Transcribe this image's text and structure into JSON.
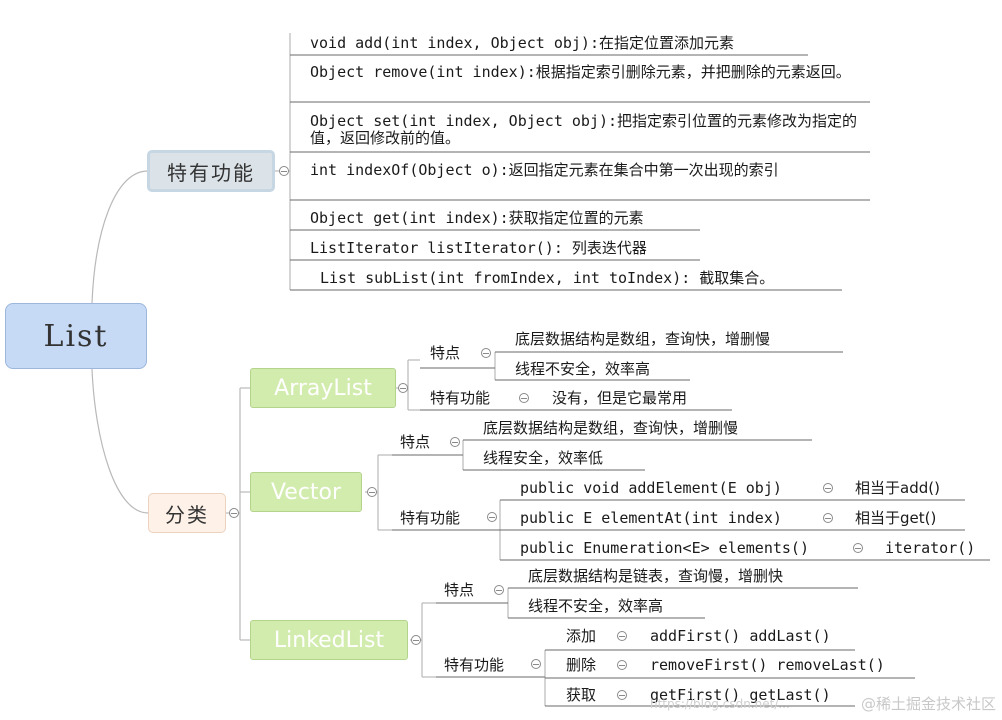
{
  "root": {
    "label": "List"
  },
  "special": {
    "label": "特有功能",
    "items": [
      "void add(int index, Object obj):在指定位置添加元素",
      "Object remove(int index):根据指定索引删除元素，并把删除的元素返回。",
      "Object set(int index, Object obj):把指定索引位置的元素修改为指定的值，返回修改前的值。",
      "int indexOf(Object o):返回指定元素在集合中第一次出现的索引",
      "Object get(int index):获取指定位置的元素",
      "ListIterator listIterator(): 列表迭代器",
      "List subList(int fromIndex, int toIndex): 截取集合。"
    ]
  },
  "classify": {
    "label": "分类",
    "arraylist": {
      "label": "ArrayList",
      "features_label": "特点",
      "features": [
        "底层数据结构是数组，查询快，增删慢",
        "线程不安全，效率高"
      ],
      "special_label": "特有功能",
      "special_value": "没有，但是它最常用"
    },
    "vector": {
      "label": "Vector",
      "features_label": "特点",
      "features": [
        "底层数据结构是数组，查询快，增删慢",
        "线程安全，效率低"
      ],
      "special_label": "特有功能",
      "methods": [
        {
          "sig": "public void addElement(E obj)",
          "equiv": "相当于add()"
        },
        {
          "sig": "public E elementAt(int index)",
          "equiv": "相当于get()"
        },
        {
          "sig": "public Enumeration<E> elements()",
          "equiv": "iterator()"
        }
      ]
    },
    "linkedlist": {
      "label": "LinkedList",
      "features_label": "特点",
      "features": [
        "底层数据结构是链表，查询慢，增删快",
        "线程不安全，效率高"
      ],
      "special_label": "特有功能",
      "ops": [
        {
          "label": "添加",
          "value": "addFirst() addLast()"
        },
        {
          "label": "删除",
          "value": "removeFirst() removeLast()"
        },
        {
          "label": "获取",
          "value": "getFirst() getLast()"
        }
      ]
    }
  },
  "watermark": {
    "url": "https://blog.csdn.net/...",
    "brand": "@稀土掘金技术社区"
  }
}
